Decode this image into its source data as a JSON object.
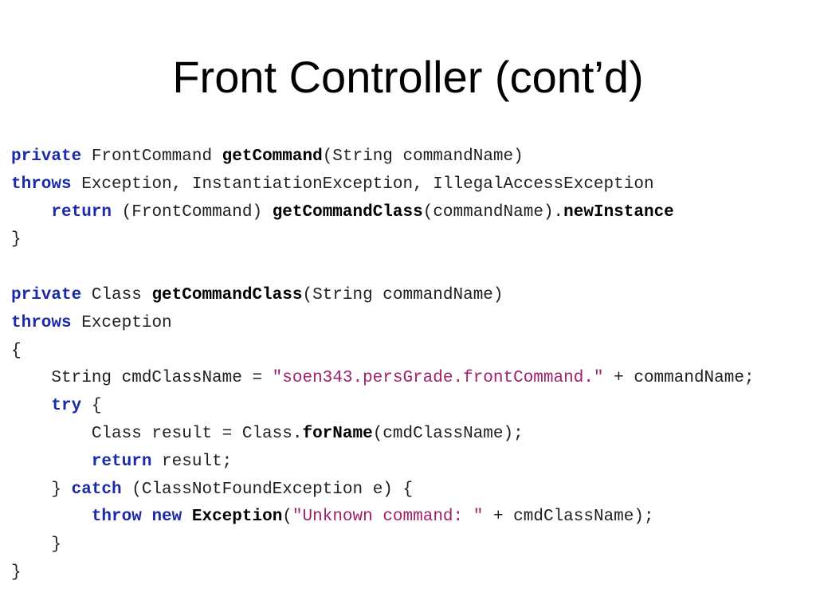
{
  "slide": {
    "title": "Front Controller (cont’d)"
  },
  "code": {
    "lines": [
      [
        {
          "type": "kw",
          "text": "private"
        },
        {
          "type": "txt",
          "text": " FrontCommand "
        },
        {
          "type": "fn",
          "text": "getCommand"
        },
        {
          "type": "txt",
          "text": "(String commandName)"
        }
      ],
      [
        {
          "type": "kw",
          "text": "throws"
        },
        {
          "type": "txt",
          "text": " Exception, InstantiationException, IllegalAccessException"
        }
      ],
      [
        {
          "type": "txt",
          "text": "    "
        },
        {
          "type": "kw",
          "text": "return"
        },
        {
          "type": "txt",
          "text": " (FrontCommand) "
        },
        {
          "type": "fn",
          "text": "getCommandClass"
        },
        {
          "type": "txt",
          "text": "(commandName)."
        },
        {
          "type": "fn",
          "text": "newInstance"
        }
      ],
      [
        {
          "type": "txt",
          "text": "}"
        }
      ],
      [],
      [
        {
          "type": "kw",
          "text": "private"
        },
        {
          "type": "txt",
          "text": " Class "
        },
        {
          "type": "fn",
          "text": "getCommandClass"
        },
        {
          "type": "txt",
          "text": "(String commandName)"
        }
      ],
      [
        {
          "type": "kw",
          "text": "throws"
        },
        {
          "type": "txt",
          "text": " Exception"
        }
      ],
      [
        {
          "type": "txt",
          "text": "{"
        }
      ],
      [
        {
          "type": "txt",
          "text": "    String cmdClassName = "
        },
        {
          "type": "str",
          "text": "\"soen343.persGrade.frontCommand.\""
        },
        {
          "type": "txt",
          "text": " + commandName;"
        }
      ],
      [
        {
          "type": "txt",
          "text": "    "
        },
        {
          "type": "kw",
          "text": "try"
        },
        {
          "type": "txt",
          "text": " {"
        }
      ],
      [
        {
          "type": "txt",
          "text": "        Class result = Class."
        },
        {
          "type": "fn",
          "text": "forName"
        },
        {
          "type": "txt",
          "text": "(cmdClassName);"
        }
      ],
      [
        {
          "type": "txt",
          "text": "        "
        },
        {
          "type": "kw",
          "text": "return"
        },
        {
          "type": "txt",
          "text": " result;"
        }
      ],
      [
        {
          "type": "txt",
          "text": "    } "
        },
        {
          "type": "kw",
          "text": "catch"
        },
        {
          "type": "txt",
          "text": " (ClassNotFoundException e) {"
        }
      ],
      [
        {
          "type": "txt",
          "text": "        "
        },
        {
          "type": "kw",
          "text": "throw"
        },
        {
          "type": "txt",
          "text": " "
        },
        {
          "type": "kw",
          "text": "new"
        },
        {
          "type": "txt",
          "text": " "
        },
        {
          "type": "fn",
          "text": "Exception"
        },
        {
          "type": "txt",
          "text": "("
        },
        {
          "type": "str",
          "text": "\"Unknown command: \""
        },
        {
          "type": "txt",
          "text": " + cmdClassName);"
        }
      ],
      [
        {
          "type": "txt",
          "text": "    }"
        }
      ],
      [
        {
          "type": "txt",
          "text": "}"
        }
      ]
    ]
  }
}
